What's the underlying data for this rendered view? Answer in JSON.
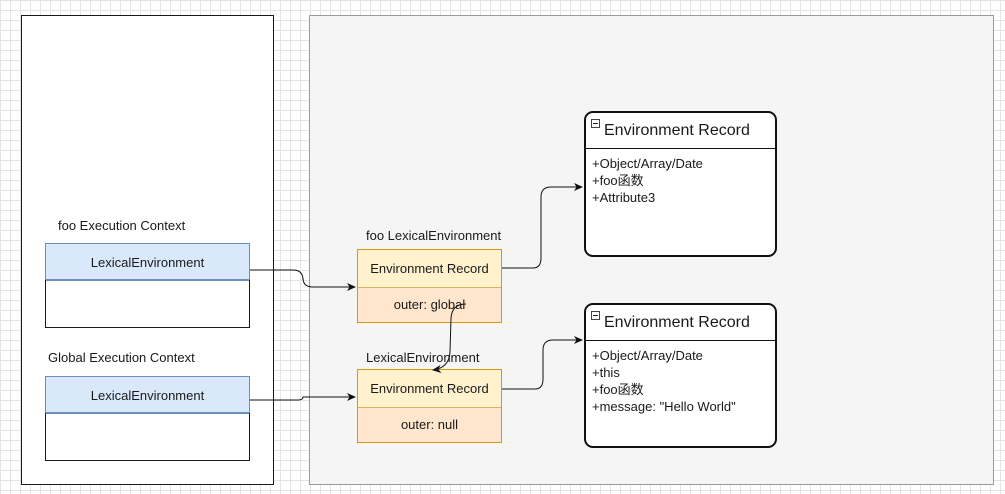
{
  "stack": {
    "contexts": [
      {
        "label": "foo Execution Context",
        "header": "LexicalEnvironment"
      },
      {
        "label": "Global Execution Context",
        "header": "LexicalEnvironment"
      }
    ]
  },
  "heap": {
    "lexical_environments": [
      {
        "title": "foo LexicalEnvironment",
        "record_label": "Environment Record",
        "outer_label": "outer: global"
      },
      {
        "title": "LexicalEnvironment",
        "record_label": "Environment Record",
        "outer_label": "outer: null"
      }
    ],
    "environment_records": [
      {
        "title": "Environment Record",
        "items": [
          "+Object/Array/Date",
          "+foo函数",
          "+Attribute3"
        ]
      },
      {
        "title": "Environment Record",
        "items": [
          "+Object/Array/Date",
          "+this",
          "+foo函数",
          "+message: \"Hello World\""
        ]
      }
    ]
  },
  "colors": {
    "context_header_fill": "#dae8fc",
    "context_header_stroke": "#6c8ebf",
    "record_fill": "#fff2cc",
    "record_stroke": "#d6b656",
    "outer_fill": "#ffe6cc",
    "outer_stroke": "#d79b00",
    "heap_background": "#f5f5f5"
  }
}
